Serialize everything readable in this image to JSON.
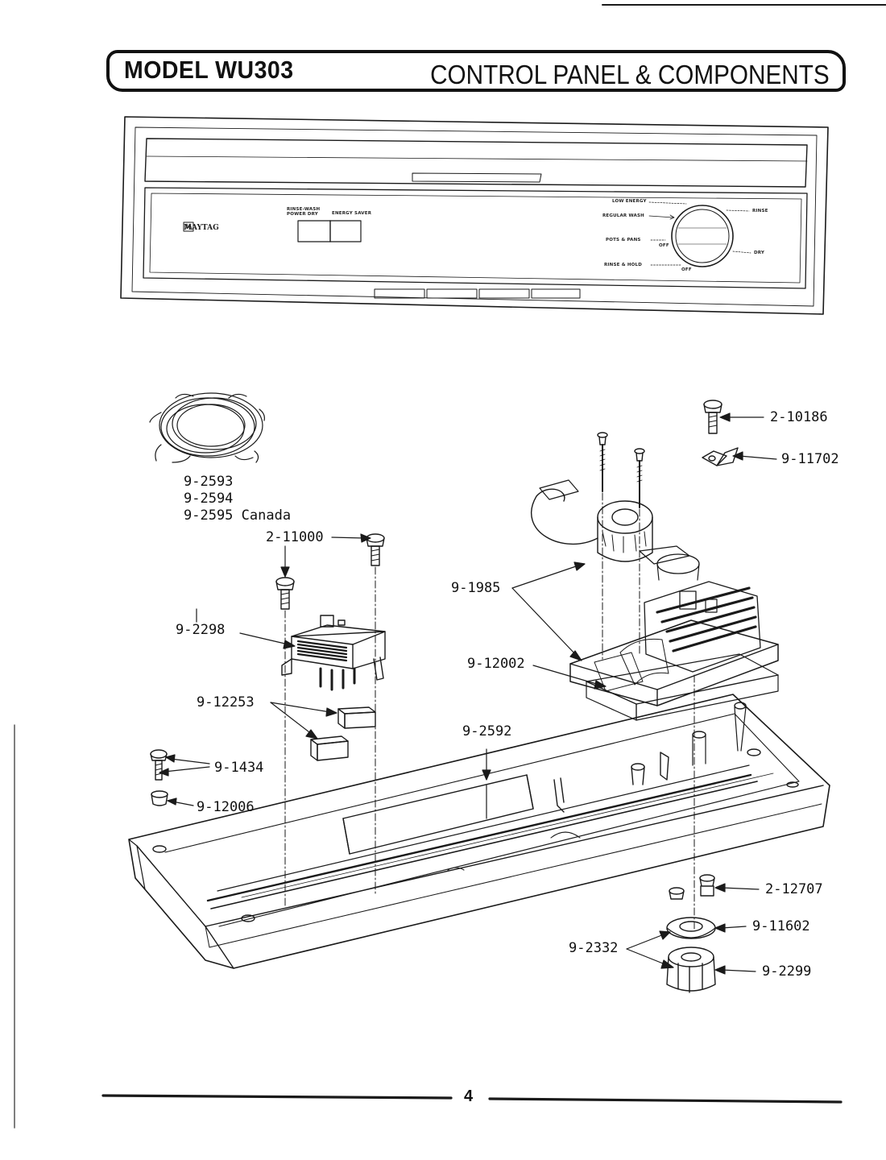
{
  "header": {
    "model_label": "MODEL WU303",
    "section_title": "CONTROL PANEL & COMPONENTS"
  },
  "front_panel": {
    "brand": "MAYTAG",
    "button_labels": {
      "left": "RINSE-WASH POWER DRY",
      "right": "ENERGY SAVER"
    },
    "dial_labels": {
      "low_energy": "LOW ENERGY",
      "regular_wash": "REGULAR WASH",
      "pots_pans": "POTS & PANS",
      "rinse_hold": "RINSE & HOLD",
      "rinse": "RINSE",
      "dry": "DRY",
      "off_1": "OFF",
      "off_2": "OFF"
    }
  },
  "parts": {
    "harness": [
      "9-2593",
      "9-2594",
      "9-2595 Canada"
    ],
    "p_2_11000": "2-11000",
    "p_9_2298": "9-2298",
    "p_9_12253": "9-12253",
    "p_9_1434": "9-1434",
    "p_9_12006": "9-12006",
    "p_9_2592": "9-2592",
    "p_9_12002": "9-12002",
    "p_9_1985": "9-1985",
    "p_2_10186": "2-10186",
    "p_9_11702": "9-11702",
    "p_2_12707": "2-12707",
    "p_9_11602": "9-11602",
    "p_9_2332": "9-2332",
    "p_9_2299": "9-2299"
  },
  "footer": {
    "page_number": "4"
  }
}
